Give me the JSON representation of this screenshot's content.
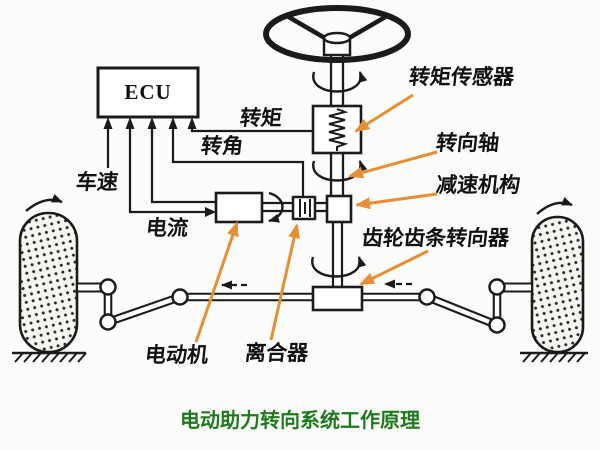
{
  "diagram": {
    "title": "电动助力转向系统工作原理",
    "ecu_label": "ECU",
    "signal_labels": {
      "vehicle_speed": "车速",
      "current": "电流",
      "steering_angle": "转角",
      "torque": "转矩"
    },
    "component_labels": {
      "torque_sensor": "转矩传感器",
      "steering_shaft": "转向轴",
      "reduction_mechanism": "减速机构",
      "rack_pinion_steering_gear": "齿轮齿条转向器",
      "electric_motor": "电动机",
      "clutch": "离合器"
    },
    "colors": {
      "line": "#1b1b1b",
      "pointer_arrow": "#e68f35",
      "label_text": "#111111",
      "title_text": "#1e7a1e",
      "background": "#fcfcfa"
    }
  }
}
